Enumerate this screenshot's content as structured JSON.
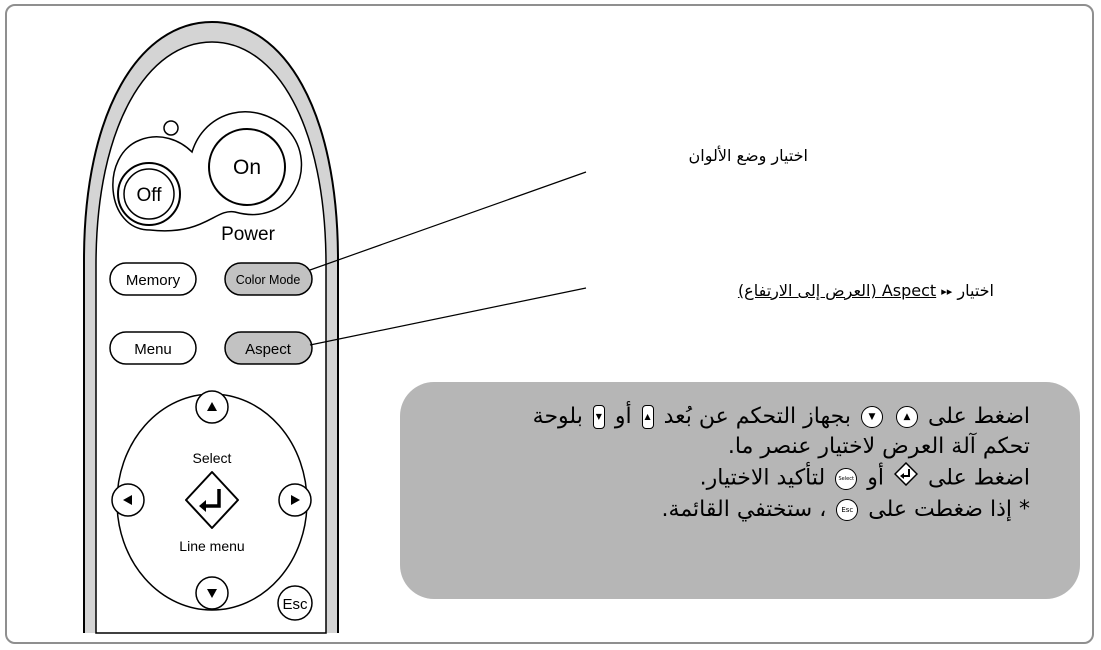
{
  "remote": {
    "buttons": {
      "on": "On",
      "off": "Off",
      "power": "Power",
      "memory": "Memory",
      "color_mode": "Color Mode",
      "menu": "Menu",
      "aspect": "Aspect",
      "select": "Select",
      "line_menu": "Line menu",
      "esc": "Esc"
    }
  },
  "callouts": {
    "color_mode": "اختيار وضع الألوان",
    "aspect_prefix": "اختيار",
    "aspect_term": "Aspect (العرض إلى الارتفاع)"
  },
  "info_box": {
    "line1_a": "اضغط على",
    "line1_b": "بجهاز التحكم عن بُعد",
    "line1_c": "أو",
    "line1_d": "بلوحة",
    "line2": "تحكم آلة العرض لاختيار عنصر ما.",
    "line3_a": "اضغط على",
    "line3_b": "أو",
    "line3_c": "لتأكيد الاختيار.",
    "line4_a": "* إذا ضغطت على",
    "line4_b": "، ستختفي القائمة.",
    "icon_select_label": "Select",
    "icon_esc_label": "Esc"
  },
  "colors": {
    "panel": "#b6b6b6",
    "frame": "#8f8f8f",
    "remote_body": "#d4d4d4",
    "button_fill": "#c2c2c2"
  }
}
